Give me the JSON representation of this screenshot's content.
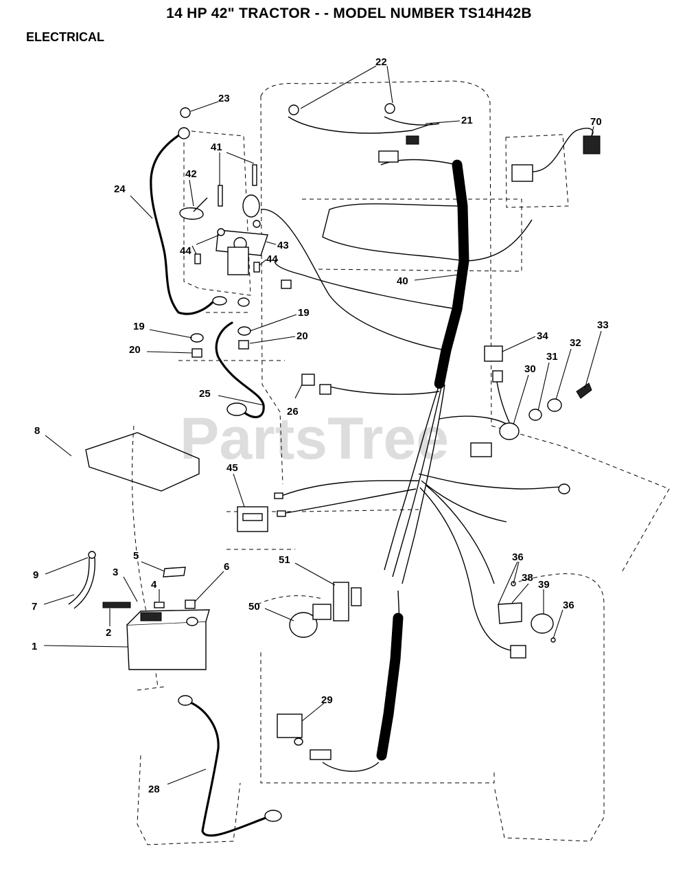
{
  "header": {
    "title": "14 HP 42\" TRACTOR - - MODEL NUMBER TS14H42B",
    "section": "ELECTRICAL"
  },
  "watermark": {
    "text": "PartsTree",
    "color": "#d2d2d2"
  },
  "callouts": [
    {
      "id": "22",
      "label": "22"
    },
    {
      "id": "23",
      "label": "23"
    },
    {
      "id": "21",
      "label": "21"
    },
    {
      "id": "70",
      "label": "70"
    },
    {
      "id": "41",
      "label": "41"
    },
    {
      "id": "42",
      "label": "42"
    },
    {
      "id": "24",
      "label": "24"
    },
    {
      "id": "44a",
      "label": "44"
    },
    {
      "id": "43",
      "label": "43"
    },
    {
      "id": "44b",
      "label": "44"
    },
    {
      "id": "40",
      "label": "40"
    },
    {
      "id": "19a",
      "label": "19"
    },
    {
      "id": "19b",
      "label": "19"
    },
    {
      "id": "20a",
      "label": "20"
    },
    {
      "id": "20b",
      "label": "20"
    },
    {
      "id": "34",
      "label": "34"
    },
    {
      "id": "33",
      "label": "33"
    },
    {
      "id": "32",
      "label": "32"
    },
    {
      "id": "31",
      "label": "31"
    },
    {
      "id": "30",
      "label": "30"
    },
    {
      "id": "25",
      "label": "25"
    },
    {
      "id": "26",
      "label": "26"
    },
    {
      "id": "8",
      "label": "8"
    },
    {
      "id": "45",
      "label": "45"
    },
    {
      "id": "5",
      "label": "5"
    },
    {
      "id": "9",
      "label": "9"
    },
    {
      "id": "3",
      "label": "3"
    },
    {
      "id": "4",
      "label": "4"
    },
    {
      "id": "6",
      "label": "6"
    },
    {
      "id": "51",
      "label": "51"
    },
    {
      "id": "36a",
      "label": "36"
    },
    {
      "id": "38",
      "label": "38"
    },
    {
      "id": "39",
      "label": "39"
    },
    {
      "id": "36b",
      "label": "36"
    },
    {
      "id": "7",
      "label": "7"
    },
    {
      "id": "2",
      "label": "2"
    },
    {
      "id": "50",
      "label": "50"
    },
    {
      "id": "1",
      "label": "1"
    },
    {
      "id": "29",
      "label": "29"
    },
    {
      "id": "28",
      "label": "28"
    }
  ]
}
